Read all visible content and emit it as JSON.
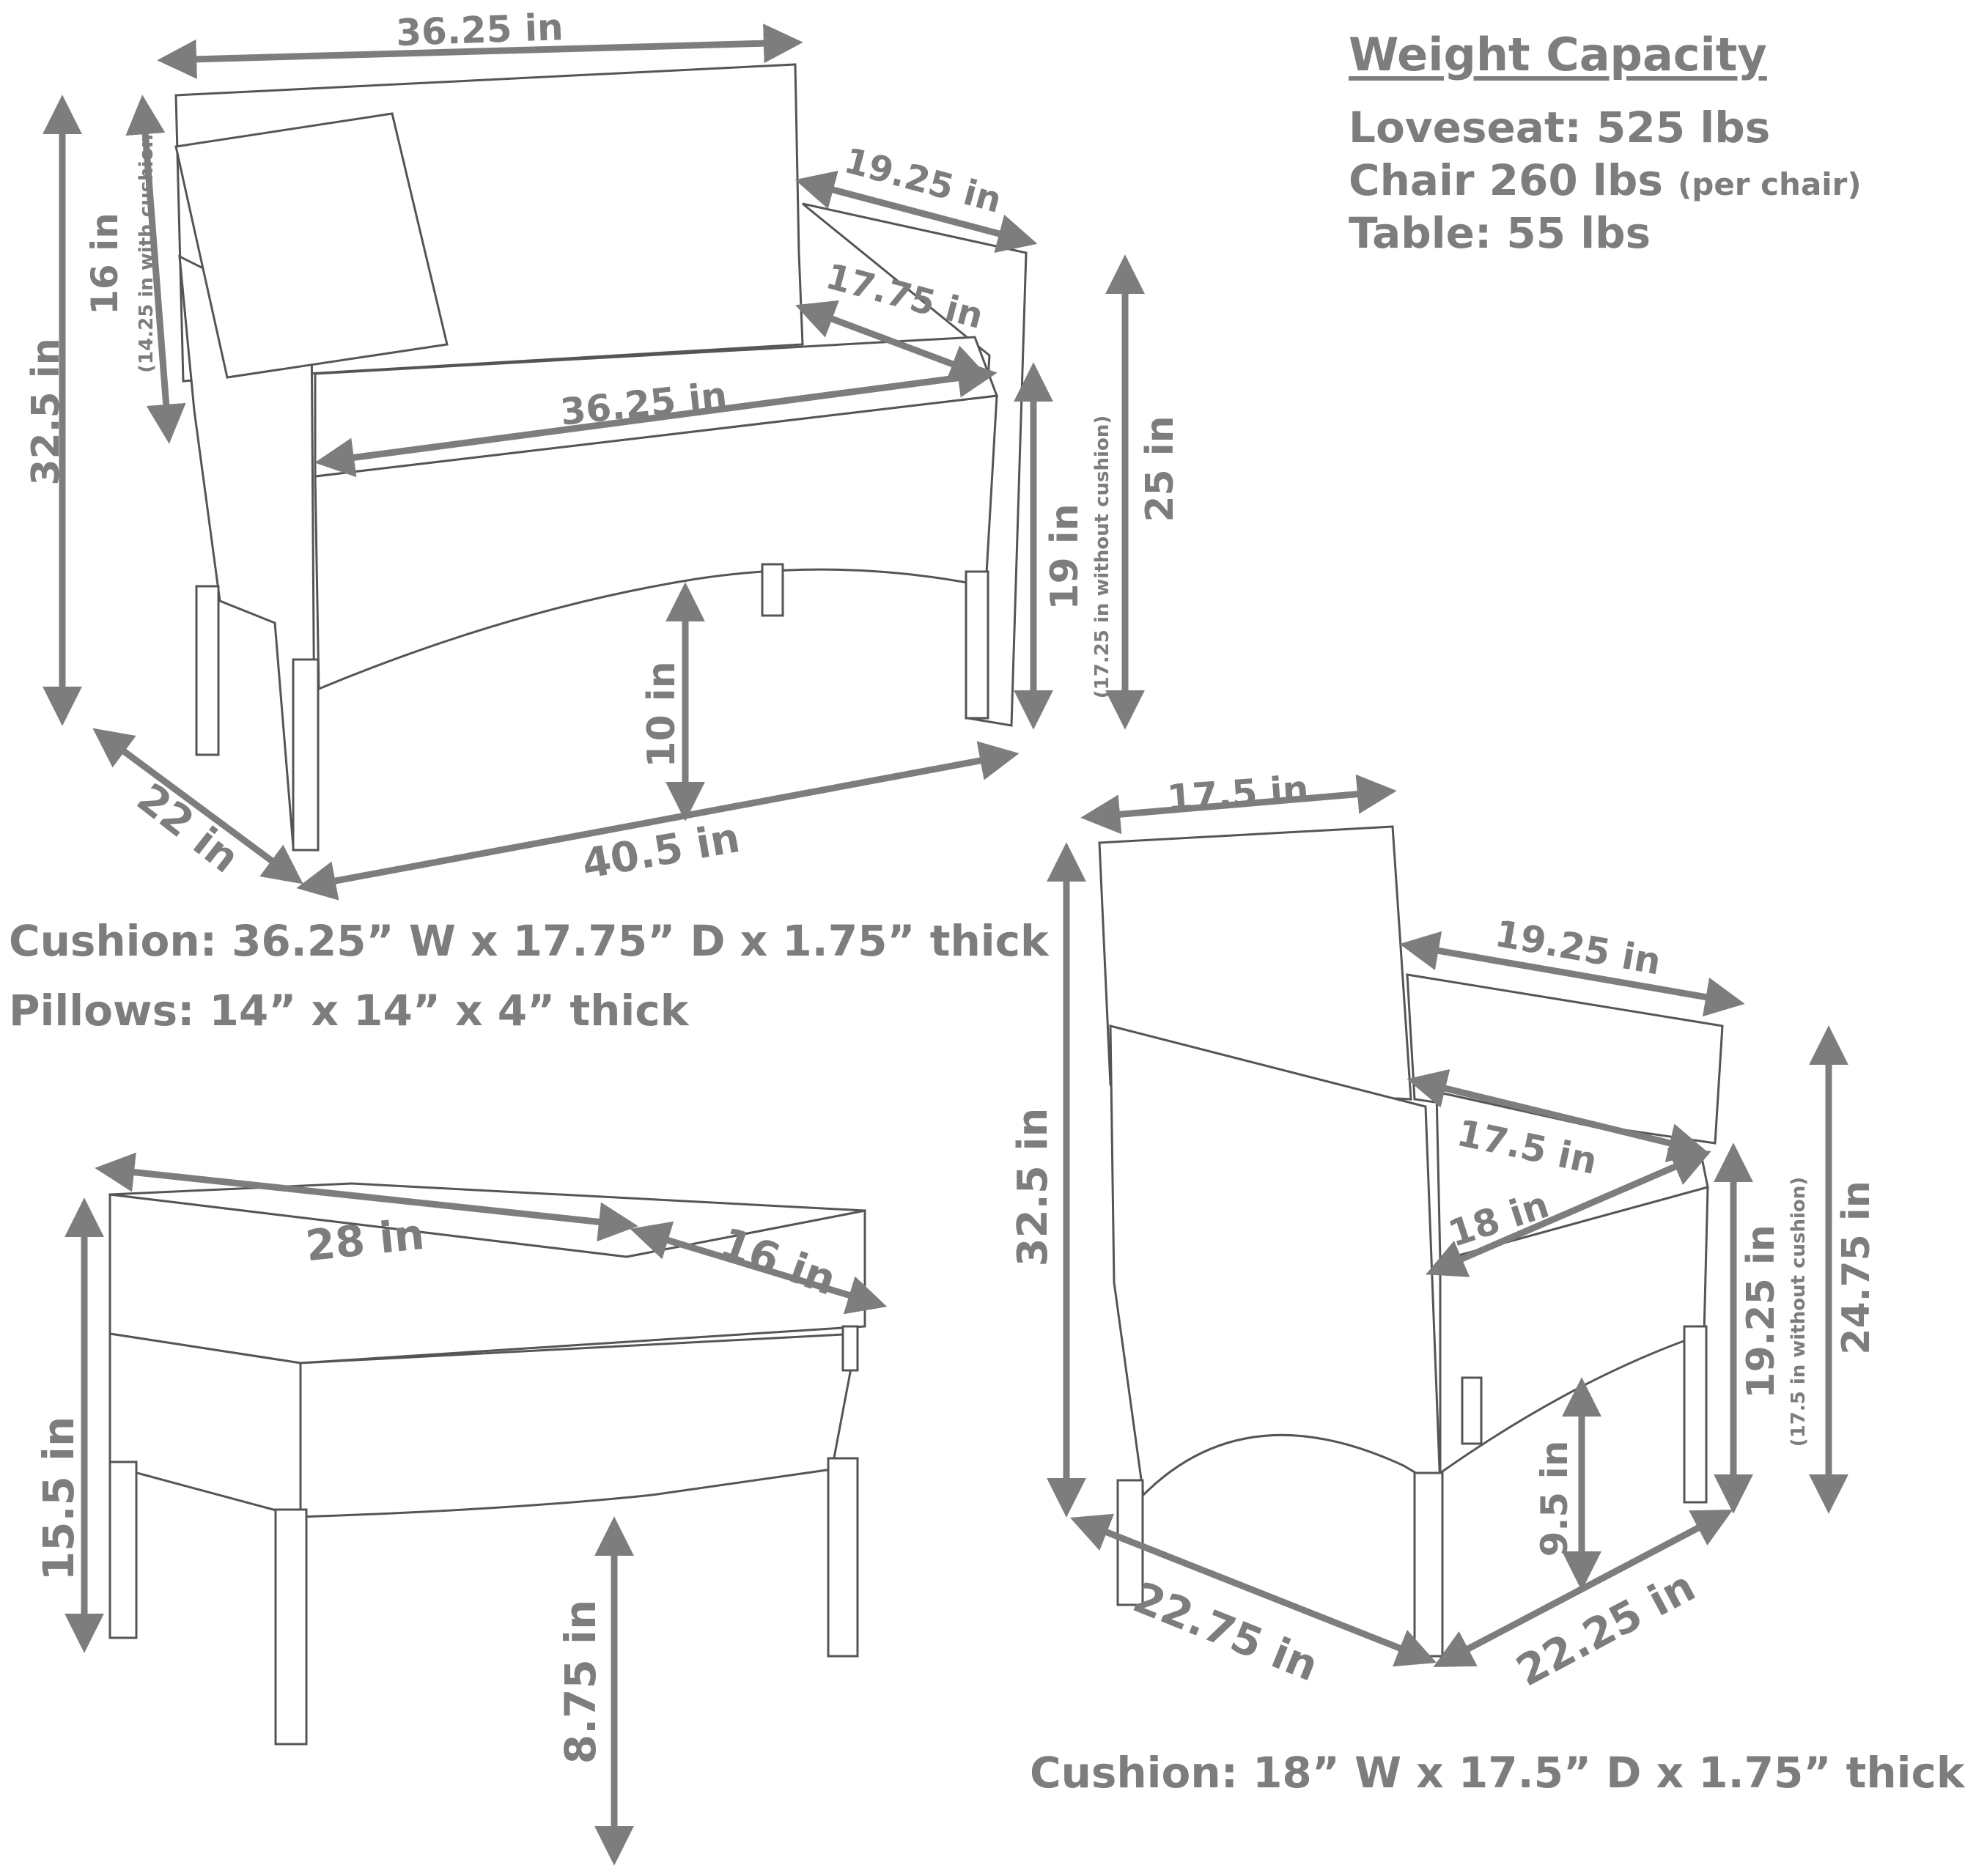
{
  "weight_capacity": {
    "title": "Weight Capacity",
    "loveseat": "Loveseat: 525 lbs",
    "chair": "Chair 260 lbs",
    "chair_note": "(per chair)",
    "table": "Table: 55 lbs"
  },
  "loveseat": {
    "width_top": "36.25 in",
    "arm_depth": "19.25 in",
    "seat_depth": "17.75 in",
    "seat_width": "36.25 in",
    "back_height": "16 in",
    "back_height_note": "(14.25 in with cushion)",
    "total_height": "32.5 in",
    "seat_height": "19 in",
    "seat_height_note": "(17.25 in without cushion)",
    "arm_height": "25 in",
    "clearance": "10 in",
    "depth": "22 in",
    "width": "40.5 in",
    "cushion_spec": "Cushion: 36.25” W x 17.75” D x 1.75” thick",
    "pillow_spec": "Pillows: 14” x 14” x 4” thick"
  },
  "table": {
    "width": "28 in",
    "depth": "16 in",
    "height": "15.5 in",
    "clearance": "8.75 in"
  },
  "chair": {
    "back_width": "17.5 in",
    "arm_depth": "19.25 in",
    "seat_depth": "17.5 in",
    "seat_width": "18 in",
    "total_height": "32.5 in",
    "seat_height": "19.25 in",
    "seat_height_note": "(17.5 in without cushion)",
    "arm_height": "24.75 in",
    "clearance": "9.5 in",
    "width": "22.75 in",
    "depth": "22.25 in",
    "cushion_spec": "Cushion: 18” W x 17.5” D x 1.75” thick"
  }
}
